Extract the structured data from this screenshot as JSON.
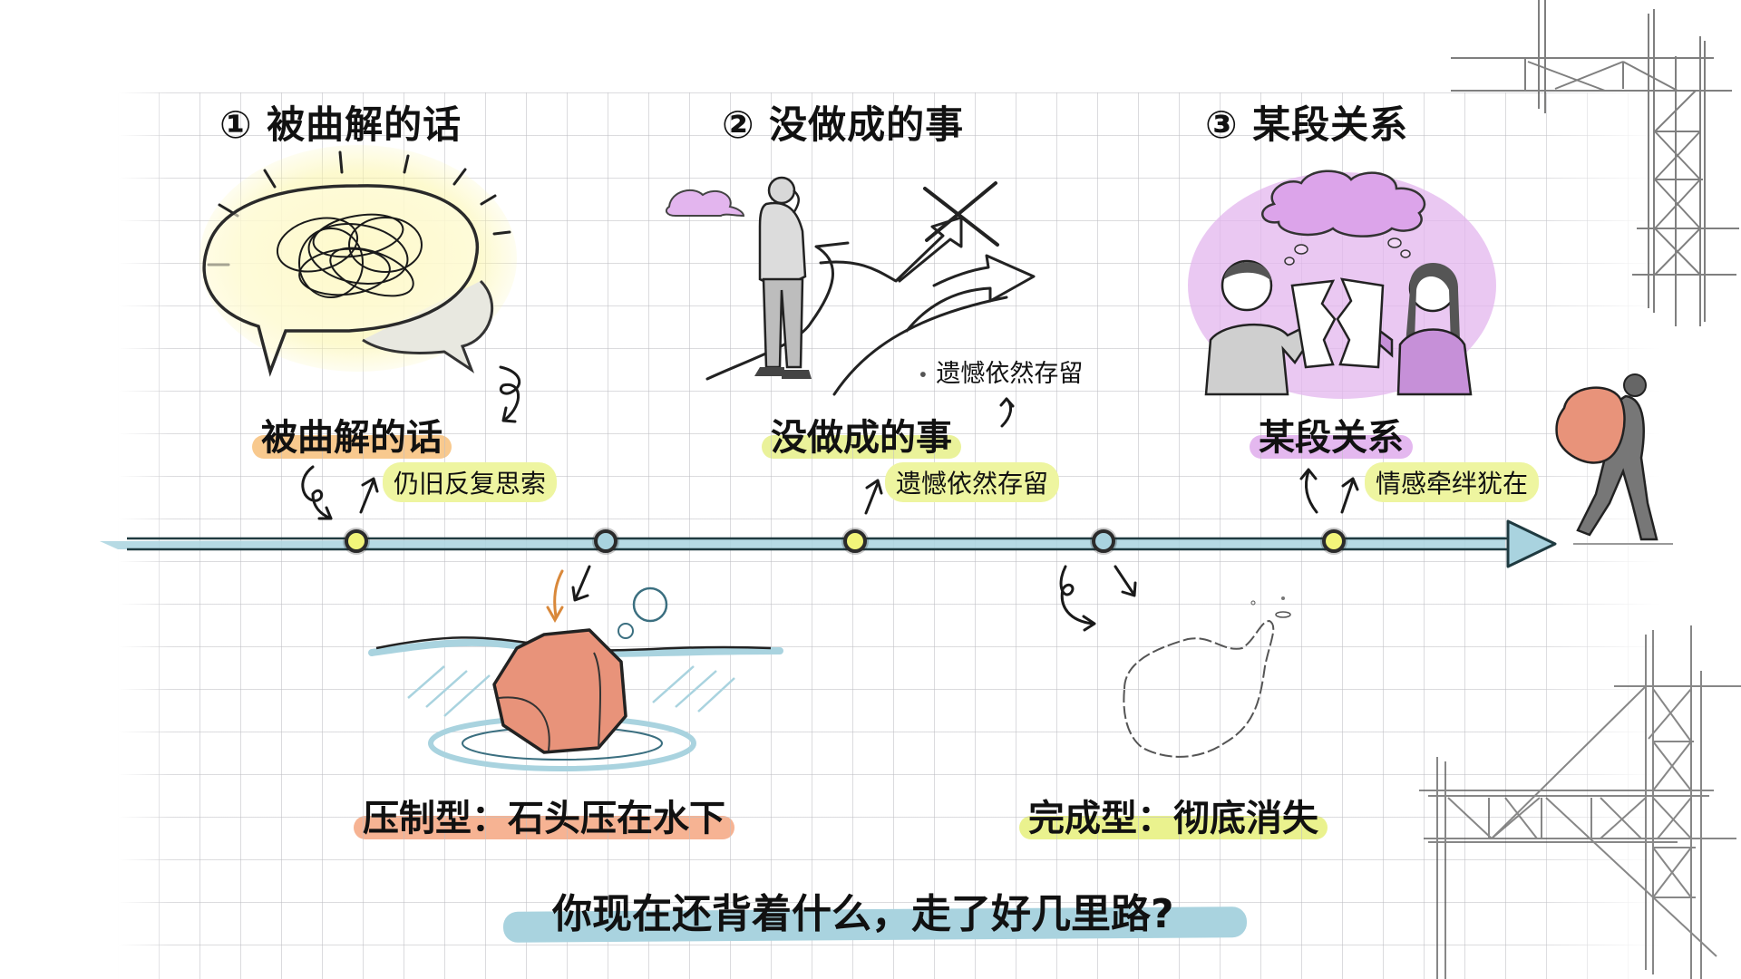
{
  "sections": [
    {
      "number": "①",
      "title": "被曲解的话",
      "label": "被曲解的话",
      "note": "仍旧反复思索",
      "label_color": "#f8c98e",
      "note_color": "#eef5a0"
    },
    {
      "number": "②",
      "title": "没做成的事",
      "label": "没做成的事",
      "note": "遗憾依然存留",
      "aside_note": "遗憾依然存留",
      "label_color": "#eaf29a",
      "note_color": "#eef5a0"
    },
    {
      "number": "③",
      "title": "某段关系",
      "label": "某段关系",
      "note": "情感牵绊犹在",
      "label_color": "#e4b8ef",
      "note_color": "#eef5a0"
    }
  ],
  "headings": {
    "h1": "① 被曲解的话",
    "h2": "② 没做成的事",
    "h3": "③ 某段关系"
  },
  "outcomes": {
    "suppressed": {
      "label": "压制型：石头压在水下",
      "color": "#f6b393"
    },
    "completed": {
      "label": "完成型：彻底消失",
      "color": "#eaf28e"
    }
  },
  "timeline": {
    "line_color": "#a9d3df",
    "nodes": [
      {
        "type": "event",
        "color": "#f2f57a"
      },
      {
        "type": "branch",
        "color": "#a9d3df"
      },
      {
        "type": "event",
        "color": "#f2f57a"
      },
      {
        "type": "branch",
        "color": "#a9d3df"
      },
      {
        "type": "event",
        "color": "#f2f57a"
      }
    ]
  },
  "question": "你现在还背着什么，走了好几里路?",
  "colors": {
    "rock": "#e8937a",
    "purple_wash": "#e3b5ee",
    "yellow_glow": "#fbf5a8",
    "ink": "#1c1c1c"
  }
}
